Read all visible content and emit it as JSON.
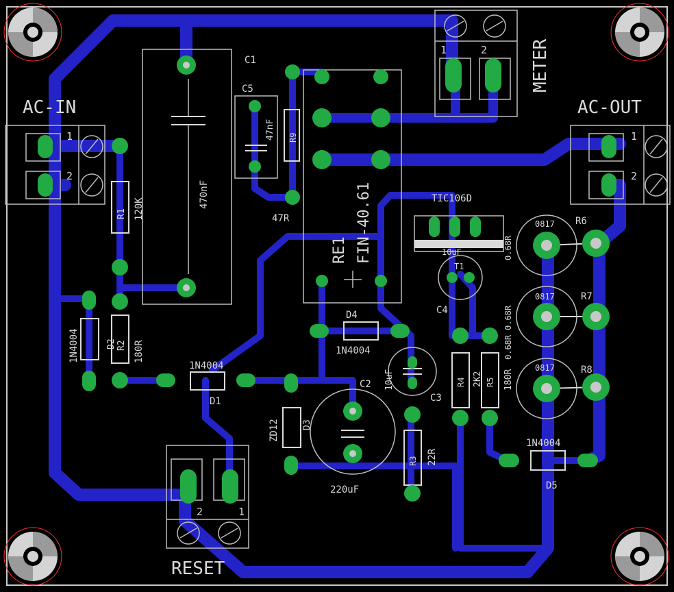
{
  "board": {
    "background": "#000000",
    "trace_color": "#2323c8",
    "pad_color": "#22aa44",
    "silk_color": "#d9d9d9",
    "outline_color": "#c8c8c8"
  },
  "connectors": {
    "ac_in": {
      "name": "AC-IN",
      "pin1": "1",
      "pin2": "2"
    },
    "ac_out": {
      "name": "AC-OUT",
      "pin1": "1",
      "pin2": "2"
    },
    "meter": {
      "name": "METER",
      "pin1": "1",
      "pin2": "2"
    },
    "reset": {
      "name": "RESET",
      "pin1": "1",
      "pin2": "2"
    }
  },
  "components": {
    "c1": {
      "ref": "C1",
      "value": "470nF"
    },
    "c5": {
      "ref": "C5",
      "value": "47nF"
    },
    "r9": {
      "ref": "R9",
      "value": "47R"
    },
    "re1": {
      "ref": "RE1",
      "value": "FIN-40.61"
    },
    "tic": {
      "value": "TIC106D"
    },
    "r1": {
      "ref": "R1",
      "value": "120K"
    },
    "d2": {
      "ref": "D2",
      "value": "1N4004"
    },
    "r2": {
      "ref": "R2",
      "value": "180R"
    },
    "d1": {
      "ref": "D1",
      "value": "1N4004"
    },
    "d4": {
      "ref": "D4",
      "value": "1N4004"
    },
    "d3": {
      "ref": "D3",
      "value": "ZD12"
    },
    "c2": {
      "ref": "C2",
      "value": "220uF"
    },
    "c3": {
      "ref": "C3",
      "value": "10uF"
    },
    "r3": {
      "ref": "R3",
      "value": "22R"
    },
    "c4": {
      "ref": "C4",
      "value": "10uF"
    },
    "t1": {
      "ref": "T1"
    },
    "r4": {
      "ref": "R4",
      "value": "2K2"
    },
    "r5": {
      "ref": "R5",
      "value": "180R"
    },
    "r6": {
      "ref": "R6",
      "value": "0.68R",
      "body": "0817"
    },
    "r7": {
      "ref": "R7",
      "value": "0.68R",
      "body": "0817"
    },
    "r8": {
      "ref": "R8",
      "value": "0.68R",
      "body": "0817"
    },
    "d5": {
      "ref": "D5",
      "value": "1N4004"
    }
  }
}
